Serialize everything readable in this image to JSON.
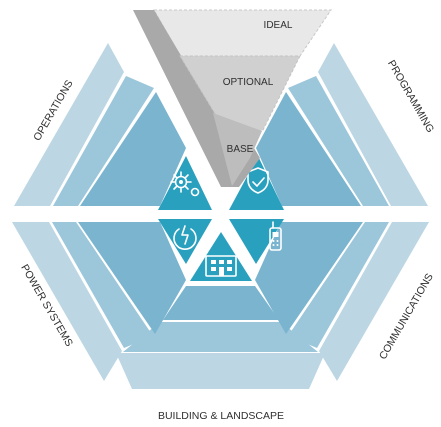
{
  "tiers": {
    "ideal": "IDEAL",
    "optional": "OPTIONAL",
    "base": "BASE"
  },
  "sectors": {
    "operations": "OPERATIONS",
    "programming": "PROGRAMMING",
    "power_systems": "POWER SYSTEMS",
    "communications": "COMMUNICATIONS",
    "building_landscape": "BUILDING & LANDSCAPE"
  },
  "icons": {
    "operations": "gears-icon",
    "programming": "shield-check-icon",
    "power_systems": "power-icon",
    "communications": "radio-icon",
    "building_landscape": "building-icon"
  },
  "colors": {
    "outer_ring": "#bcd6e3",
    "middle_ring": "#7ab4cf",
    "core": "#2aa0bf",
    "ideal_zone": "#e6e6e6",
    "optional_zone": "#cfcfcf",
    "base_zone": "#a9a9a9"
  }
}
